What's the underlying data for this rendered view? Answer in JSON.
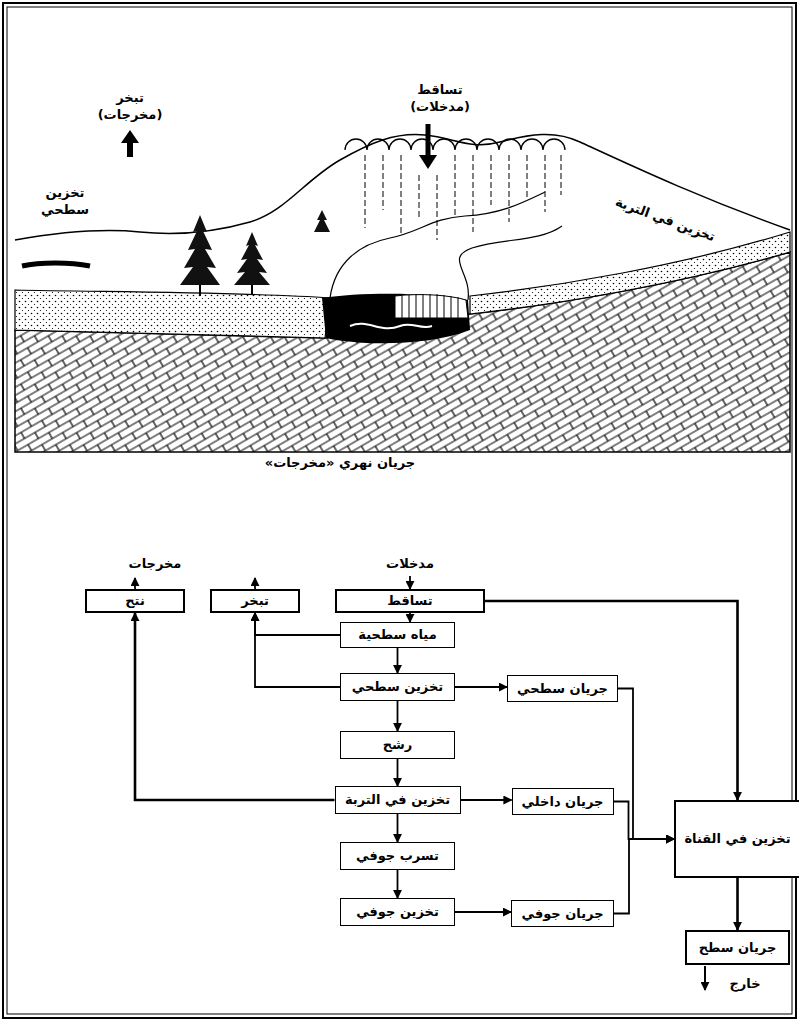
{
  "diagram": {
    "nodes": [
      {
        "text": [
          "تساقط"
        ]
      },
      {
        "text": [
          "تبخر"
        ]
      },
      {
        "text": [
          "نتح"
        ]
      },
      {
        "text": [
          "مياه سطحية"
        ]
      },
      {
        "text": [
          "تخزين سطحي"
        ]
      },
      {
        "text": [
          "جريان سطحي"
        ]
      },
      {
        "text": [
          "رشح"
        ]
      },
      {
        "text": [
          "تخزين في التربة"
        ]
      },
      {
        "text": [
          "جريان داخلي"
        ]
      },
      {
        "text": [
          "تخزين في القناة"
        ]
      },
      {
        "text": [
          "تسرب جوفي"
        ]
      },
      {
        "text": [
          "تخزين جوفي"
        ]
      },
      {
        "text": [
          "جريان جوفي"
        ]
      },
      {
        "text": [
          "جريان سطح"
        ]
      }
    ],
    "edges": [
      {
        "from": 0,
        "to": 3,
        "arrow": "to"
      },
      {
        "from": 0,
        "to": 9,
        "arrow": "to"
      },
      {
        "from": 3,
        "to": 1,
        "arrow": "to"
      },
      {
        "from": 3,
        "to": 4,
        "arrow": "to"
      },
      {
        "from": 4,
        "to": 1,
        "arrow": "to"
      },
      {
        "from": 4,
        "to": 5,
        "arrow": "to"
      },
      {
        "from": 4,
        "to": 6,
        "arrow": "to"
      },
      {
        "from": 6,
        "to": 7,
        "arrow": "to"
      },
      {
        "from": 7,
        "to": 2,
        "arrow": "to"
      },
      {
        "from": 7,
        "to": 8,
        "arrow": "to"
      },
      {
        "from": 7,
        "to": 10,
        "arrow": "to"
      },
      {
        "from": 10,
        "to": 11,
        "arrow": "to"
      },
      {
        "from": 11,
        "to": 12,
        "arrow": "to"
      },
      {
        "from": 5,
        "to": 9,
        "arrow": "to"
      },
      {
        "from": 8,
        "to": 9,
        "arrow": "to"
      },
      {
        "from": 12,
        "to": 9,
        "arrow": "to"
      },
      {
        "from": 9,
        "to": 13,
        "arrow": "to"
      }
    ],
    "labels": [
      "تبخر (مخرجات)",
      "تساقط (مدخلات)",
      "تخزين سطحي",
      "تخزين في التربة",
      "جريان نهري «مخرجات»",
      "مخرجات",
      "مدخلات",
      "خارج"
    ]
  }
}
